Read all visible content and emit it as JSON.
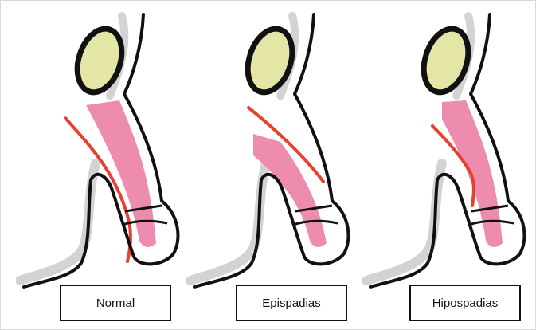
{
  "panels": [
    {
      "id": "normal",
      "label": "Normal"
    },
    {
      "id": "epispadias",
      "label": "Epispadias"
    },
    {
      "id": "hipospadias",
      "label": "Hipospadias"
    }
  ],
  "colors": {
    "outline": "#111111",
    "shadow": "#d3d3d3",
    "pubic_bone_fill": "#e3e6a4",
    "urethra_pink": "#ee8cb0",
    "red_line": "#e8402f"
  }
}
